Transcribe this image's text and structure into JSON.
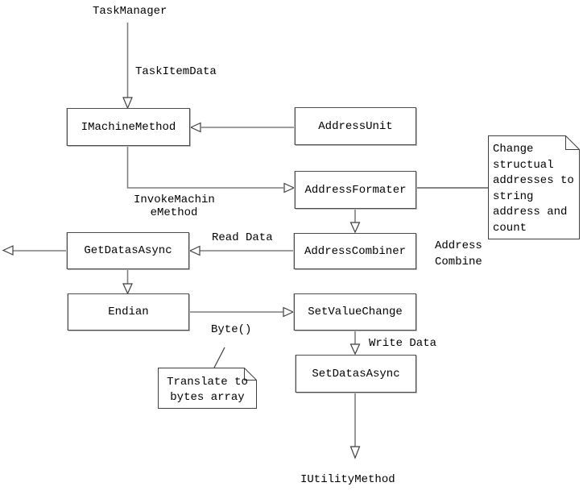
{
  "diagram": {
    "endpoints": {
      "start": "TaskManager",
      "end": "IUtilityMethod"
    },
    "nodes": {
      "imachinemethod": "IMachineMethod",
      "addressunit": "AddressUnit",
      "addressformater": "AddressFormater",
      "addresscombiner": "AddressCombiner",
      "getdatasasync": "GetDatasAsync",
      "endian": "Endian",
      "setvaluechange": "SetValueChange",
      "setdatasasync": "SetDatasAsync"
    },
    "edge_labels": {
      "taskitemdata": "TaskItemData",
      "invokemachinemethod": "InvokeMachin\neMethod",
      "readdata": "Read Data",
      "addresscombine": "Address\nCombine",
      "byte": "Byte()",
      "writedata": "Write Data"
    },
    "notes": {
      "change_addresses": "Change\nstructual\naddresses to\nstring\naddress and\ncount",
      "translate_bytes": "Translate to\nbytes array"
    },
    "colors": {
      "background": "#ffffff",
      "connector": "#7f7f7f",
      "border": "#4c4c4c",
      "text": "#000000"
    }
  }
}
